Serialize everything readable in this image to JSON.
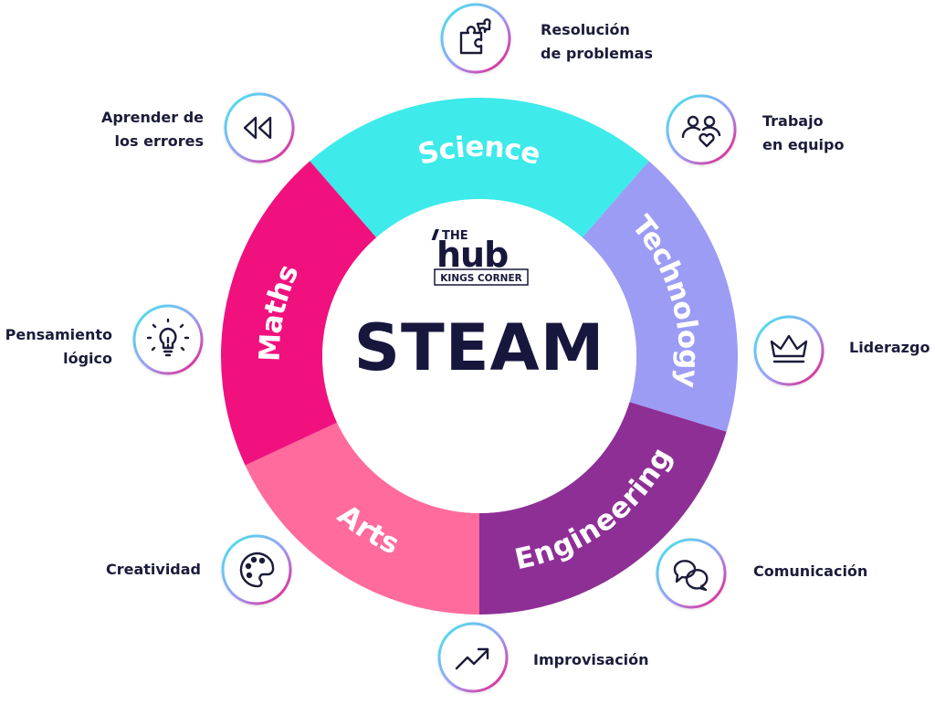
{
  "center": {
    "title": "STEAM",
    "logo": {
      "line1": "THE",
      "line2": "hub",
      "line3": "KINGS CORNER"
    }
  },
  "segments": [
    {
      "label": "Science",
      "color": "#3EEAEA"
    },
    {
      "label": "Technology",
      "color": "#9C9CF5"
    },
    {
      "label": "Engineering",
      "color": "#8E2F96"
    },
    {
      "label": "Arts",
      "color": "#FF6B9D"
    },
    {
      "label": "Maths",
      "color": "#F0117F"
    }
  ],
  "skills": [
    {
      "id": "problem-solving",
      "lines": [
        "Resolución",
        "de problemas"
      ],
      "icon": "puzzle-icon"
    },
    {
      "id": "teamwork",
      "lines": [
        "Trabajo",
        "en equipo"
      ],
      "icon": "team-heart-icon"
    },
    {
      "id": "leadership",
      "lines": [
        "Liderazgo"
      ],
      "icon": "crown-icon"
    },
    {
      "id": "communication",
      "lines": [
        "Comunicación"
      ],
      "icon": "chat-bubbles-icon"
    },
    {
      "id": "improvisation",
      "lines": [
        "Improvisación"
      ],
      "icon": "trend-up-icon"
    },
    {
      "id": "creativity",
      "lines": [
        "Creatividad"
      ],
      "icon": "palette-icon"
    },
    {
      "id": "logical-thinking",
      "lines": [
        "Pensamiento",
        "lógico"
      ],
      "icon": "lightbulb-icon"
    },
    {
      "id": "learn-from-mistakes",
      "lines": [
        "Aprender de",
        "los errores"
      ],
      "icon": "rewind-icon"
    }
  ],
  "colors": {
    "text": "#1b1b3a",
    "ring_gradient_start": "#3EEAEA",
    "ring_gradient_end": "#F0117F"
  }
}
